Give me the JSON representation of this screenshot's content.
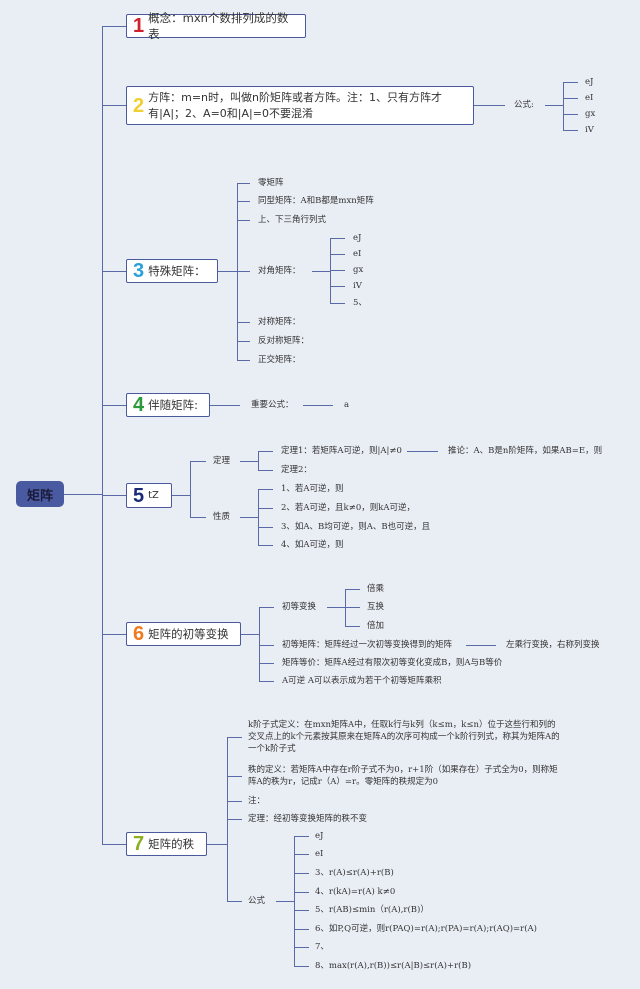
{
  "root": {
    "label": "矩阵",
    "color": "#4a5aa0"
  },
  "nodes": [
    {
      "num": "1",
      "label": "概念：mxn个数排列成的数表",
      "color": "#d0202a"
    },
    {
      "num": "2",
      "label": "方阵：m=n时，叫做n阶矩阵或者方阵。注：1、只有方阵才有|A|；2、A=0和|A|=0不要混淆",
      "color": "#f0d030",
      "children": {
        "label": "公式:",
        "items": [
          "eJ",
          "eI",
          "gx",
          "iV"
        ]
      }
    },
    {
      "num": "3",
      "label": "特殊矩阵：",
      "color": "#2aa0d8",
      "children": [
        "零矩阵",
        "同型矩阵：A和B都是mxn矩阵",
        "上、下三角行列式",
        "对角矩阵：",
        "对称矩阵：",
        "反对称矩阵：",
        "正交矩阵："
      ],
      "diag_items": [
        "eJ",
        "eI",
        "gx",
        "iV",
        "5、"
      ]
    },
    {
      "num": "4",
      "label": "伴随矩阵:",
      "color": "#2a9a3a",
      "children": {
        "label": "重要公式：",
        "value": "a"
      }
    },
    {
      "num": "5",
      "label": "tZ",
      "color": "#1a2a7a",
      "theorem": {
        "label": "定理",
        "items": [
          "定理1：若矩阵A可逆，则|A|≠0",
          "定理2："
        ],
        "corollary": "推论：A、B是n阶矩阵，如果AB=E，则"
      },
      "property": {
        "label": "性质",
        "items": [
          "1、若A可逆，则",
          "2、若A可逆，且k≠0，则kA可逆，",
          "3、如A、B均可逆，则A、B也可逆，且",
          "4、如A可逆，则"
        ]
      }
    },
    {
      "num": "6",
      "label": "矩阵的初等变换",
      "color": "#f07a20",
      "transform": {
        "label": "初等变换",
        "items": [
          "倍乘",
          "互换",
          "倍加"
        ]
      },
      "elementary": "初等矩阵：矩阵经过一次初等变换得到的矩阵",
      "elementary_note": "左乘行变换，右称列变换",
      "equivalence": "矩阵等价：矩阵A经过有限次初等变化变成B，则A与B等价",
      "invertible": "A可逆 A可以表示成为若干个初等矩阵乘积"
    },
    {
      "num": "7",
      "label": "矩阵的秩",
      "color": "#8ab020",
      "k_minor": "k阶子式定义：在mxn矩阵A中，任取k行与k列（k≤m，k≤n）位于这些行和列的交叉点上的k个元素按其原来在矩阵A的次序可构成一个k阶行列式，称其为矩阵A的一个k阶子式",
      "rank_def": "秩的定义：若矩阵A中存在r阶子式不为0，r+1阶（如果存在）子式全为0，则称矩阵A的秩为r，记成r（A）=r。零矩阵的秩规定为0",
      "note": "注：",
      "theorem": "定理：经初等变换矩阵的秩不变",
      "formula": {
        "label": "公式",
        "items": [
          "eJ",
          "eI",
          "3、r(A)≤r(A)+r(B)",
          "4、r(kA)=r(A) k≠0",
          "5、r(AB)≤min（r(A),r(B)）",
          "6、如P,Q可逆，则r(PAQ)=r(A);r(PA)=r(A);r(AQ)=r(A)",
          "7、",
          "8、max(r(A),r(B))≤r(A|B)≤r(A)+r(B)"
        ]
      }
    }
  ]
}
